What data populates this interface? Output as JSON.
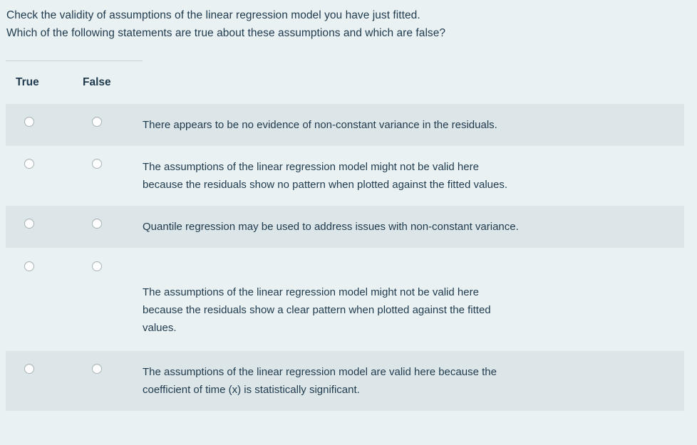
{
  "prompt": {
    "line1": "Check the validity of assumptions of the linear regression model you have just fitted.",
    "line2": "Which of the following statements are true about these assumptions and which are false?"
  },
  "matrix": {
    "columns": [
      {
        "label": "True"
      },
      {
        "label": "False"
      }
    ],
    "rows": [
      {
        "id": "row-1",
        "striped": true,
        "selected": null,
        "lines": [
          "There appears to be no evidence of non-constant variance in the residuals."
        ]
      },
      {
        "id": "row-2",
        "striped": false,
        "selected": null,
        "lines": [
          "The assumptions of the linear regression model might not be valid here",
          "because the residuals show no pattern when plotted against the fitted values."
        ]
      },
      {
        "id": "row-3",
        "striped": true,
        "selected": null,
        "lines": [
          "Quantile regression may be used to address issues with non-constant variance."
        ]
      },
      {
        "id": "row-4",
        "striped": false,
        "selected": null,
        "lines": [
          "The assumptions of the linear regression model might not be valid here",
          "because the residuals show a clear pattern when plotted against the fitted",
          "values."
        ]
      },
      {
        "id": "row-5",
        "striped": true,
        "selected": null,
        "lines": [
          "The assumptions of the linear regression model are valid here because the",
          "coefficient of time (x) is statistically significant."
        ]
      }
    ]
  },
  "colors": {
    "page_background": "#e9f1f3",
    "striped_row": "#dce5e7",
    "text": "#1f3a4d",
    "rule": "#c9d6d9",
    "radio_border": "#a9b4b8"
  }
}
